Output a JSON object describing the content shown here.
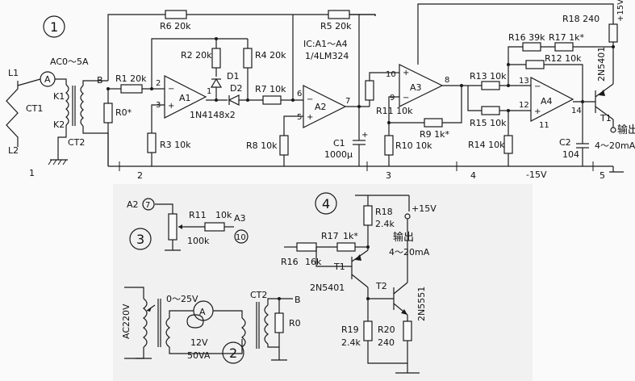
{
  "sections": {
    "s1": "1",
    "s2": "2",
    "s3": "3",
    "s4": "4",
    "s5": "5"
  },
  "circled": {
    "c1": "1",
    "c2": "2",
    "c3": "3",
    "c4": "4"
  },
  "terminals": {
    "L1": "L1",
    "L2": "L2",
    "K1": "K1",
    "K2": "K2",
    "B": "B",
    "A": "A"
  },
  "components": {
    "ct1": "CT1",
    "ct2": "CT2",
    "ac_range": "AC0～5A",
    "r0": "R0*",
    "r1": "R1  20k",
    "r2": "R2  20k",
    "r3": "R3  10k",
    "r4": "R4  20k",
    "r5": "R5  20k",
    "r6": "R6  20k",
    "r7": "R7  10k",
    "r8": "R8  10k",
    "r9": "R9  1k*",
    "r10": "R10  10k",
    "r11": "R11  10k",
    "r12": "R12  10k",
    "r13": "R13  10k",
    "r14": "R14  10k",
    "r15": "R15  10k",
    "r16": "R16  39k",
    "r17": "R17  1k*",
    "r18": "R18  240",
    "d1": "D1",
    "d2": "D2",
    "diode_type": "1N4148x2",
    "c1": "C1",
    "c1_val": "1000μ",
    "c2": "C2",
    "c2_val": "104",
    "ic_a1": "A1",
    "ic_a2": "A2",
    "ic_a3": "A3",
    "ic_a4": "A4",
    "ic_note1": "IC:A1～A4",
    "ic_note2": "1/4LM324",
    "t1": "T1",
    "t1_type": "2N5401",
    "plus15": "+15V",
    "minus15": "-15V",
    "output": "输出",
    "output_range": "4～20mA"
  },
  "pins": {
    "p1": "1",
    "p2": "2",
    "p3": "3",
    "p5": "5",
    "p6": "6",
    "p7": "7",
    "p8": "8",
    "p9": "9",
    "p10": "10",
    "p11": "11",
    "p12": "12",
    "p13": "13",
    "p14": "14"
  },
  "inset3": {
    "a2_label": "A2",
    "pin7": "7",
    "r11": "R11",
    "r11_val": "10k",
    "a3_label": "A3",
    "pin10": "10",
    "pot_val": "100k"
  },
  "inset2": {
    "ac220": "AC220V",
    "range": "0～25V",
    "ammeter": "A",
    "xf": "12V",
    "xf2": "50VA",
    "ct2": "CT2",
    "b": "B",
    "r0": "R0"
  },
  "inset4": {
    "r18": "R18",
    "r18_val": "2.4k",
    "plus15": "+15V",
    "r17": "R17",
    "r17_val": "1k*",
    "output": "输出",
    "output_range": "4～20mA",
    "r16": "R16",
    "r16_val": "16k",
    "t1": "T1",
    "t1_type": "2N5401",
    "t2": "T2",
    "t2_type": "2N5551",
    "r19": "R19",
    "r19_val": "2.4k",
    "r20": "R20",
    "r20_val": "240"
  }
}
